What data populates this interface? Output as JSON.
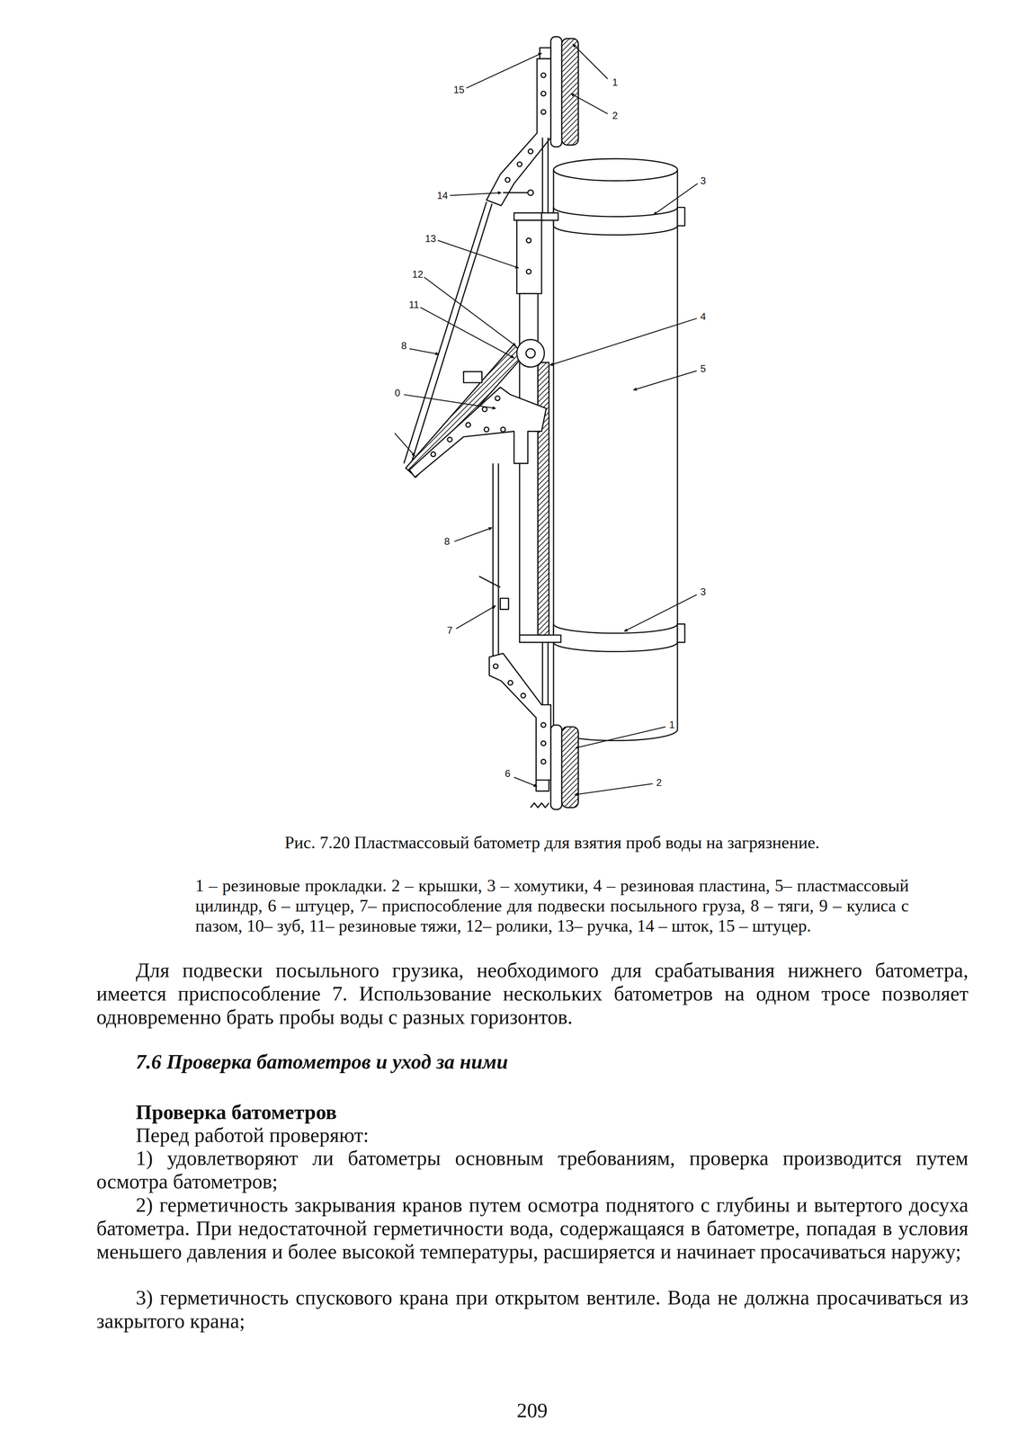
{
  "diagram": {
    "title": "7.6 Проверка батометров и уход за ними",
    "caption": "Рис. 7.20 Пластмассовый батометр для взятия проб воды на загрязнение.",
    "labels": [
      "15",
      "1",
      "2",
      "3",
      "14",
      "13",
      "12",
      "11",
      "8",
      "4",
      "5",
      "0",
      "8",
      "7",
      "3",
      "1",
      "6",
      "2",
      "1 – резиновые прокладки. 2 – крышки, 3 – хомутики, 4 – резиновая пластина, 5– пластмассовый цилиндр, 6 – штуцер, 7– приспособление для подвески посыльного груза, 8 – тяги, 9 – кулиса с пазом, 10– зуб, 11– резиновые тяжи, 12– ролики, 13– ручка, 14 – шток, 15 – штуцер.",
      "Для подвески посыльного грузика, необходимого для срабатывания нижнего батометра, имеется приспособление 7. Использование нескольких батометров на одном тросе позволяет одновременно брать пробы воды с разных горизонтов.",
      "Проверка батометров",
      "Перед работой проверяют:",
      "1) удовлетворяют ли батометры основным требованиям, проверка производится путем осмотра батометров;",
      "2) герметичность закрывания кранов путем осмотра поднятого с глубины и вытертого досуха батометра. При недостаточной герметичности вода, содержащаяся в батометре, попадая в условия меньшего давления и более высокой температуры, расширяется и начинает просачиваться наружу;",
      "3) герметичность спускового крана при открытом вентиле. Вода не должна просачиваться из закрытого крана;",
      "209"
    ]
  }
}
